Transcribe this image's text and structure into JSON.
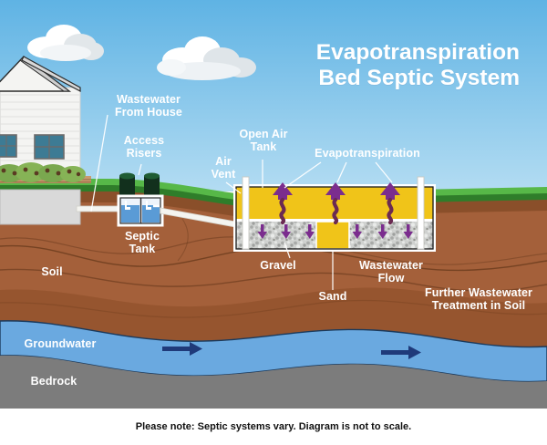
{
  "title": "Evapotranspiration\nBed Septic System",
  "footer": {
    "note": "Please note: Septic systems vary. Diagram is not to scale."
  },
  "labels": {
    "wastewater_from_house": "Wastewater\nFrom House",
    "access_risers": "Access\nRisers",
    "air_vent": "Air\nVent",
    "open_air_tank": "Open Air\nTank",
    "evapotranspiration": "Evapotranspiration",
    "septic_tank": "Septic\nTank",
    "gravel": "Gravel",
    "sand": "Sand",
    "wastewater_flow": "Wastewater\nFlow",
    "further_treatment": "Further Wastewater\nTreatment in Soil",
    "soil": "Soil",
    "groundwater": "Groundwater",
    "bedrock": "Bedrock"
  },
  "colors": {
    "sky_top": "#5fb3e4",
    "sky_bottom": "#a8d8f0",
    "cloud_white": "#ffffff",
    "cloud_gray": "#dfe4e8",
    "grass": "#57b848",
    "grass_dark": "#2f7d2a",
    "topsoil": "#8a4f2a",
    "soil": "#9c5a30",
    "soil_mid": "#a86336",
    "soil_dark": "#8a4c26",
    "groundwater": "#6aa9e0",
    "bedrock": "#7c7c7c",
    "sand": "#f0c419",
    "gravel": "#c9cbc9",
    "pipe_white": "#f4f4f0",
    "riser_green": "#1f5c33",
    "tank_water": "#5a9bd6",
    "arrow_purple": "#7b2d8e",
    "arrow_navy": "#1f3a7a",
    "house_wall": "#f4f4f2",
    "house_roof": "#d8d8d8",
    "window_blue": "#3d7b94",
    "foundation": "#d9d9d9",
    "shrub": "#7aa84f",
    "text_white": "#ffffff",
    "text_black": "#111111"
  },
  "scene": {
    "house": "white-two-story-house-with-gable-roof",
    "septic_tank_chambers": 2,
    "access_risers_count": 2,
    "evapotranspiration_arrows": 3,
    "wastewater_flow_arrows": 6,
    "groundwater_flow_arrows": 2,
    "layers": [
      "sky",
      "grass",
      "soil",
      "groundwater",
      "bedrock"
    ]
  }
}
